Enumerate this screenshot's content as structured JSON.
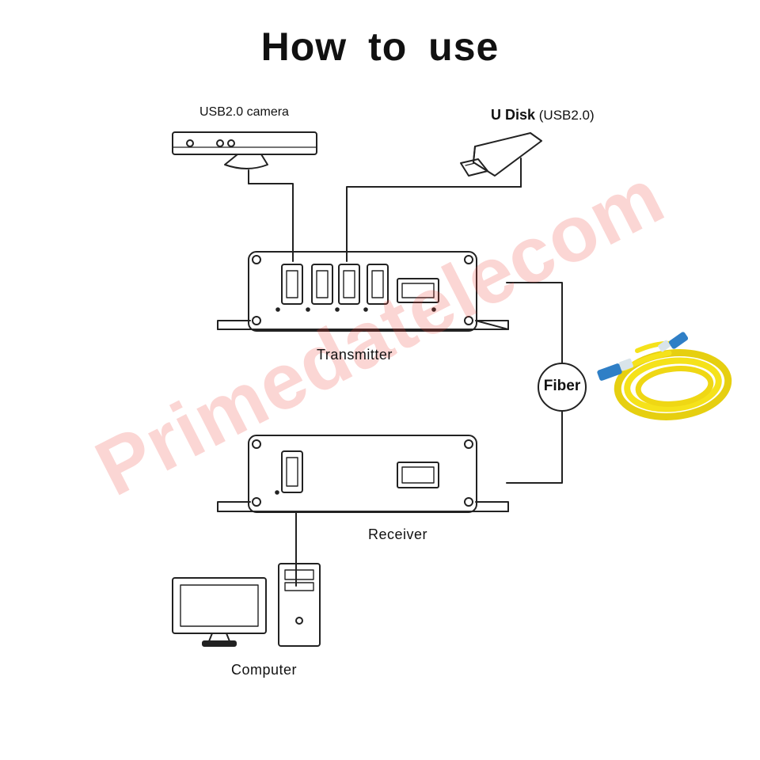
{
  "title": "How  to use",
  "labels": {
    "camera": "USB2.0 camera",
    "udisk_main": "U Disk",
    "udisk_sub": "(USB2.0)",
    "transmitter": "Transmitter",
    "receiver": "Receiver",
    "fiber": "Fiber",
    "computer": "Computer"
  },
  "watermark": "Primedatelecom",
  "colors": {
    "line": "#222222",
    "fiber_cable": "#f5e21a",
    "fiber_connector": "#2f7fc6",
    "watermark": "#ee463c"
  }
}
